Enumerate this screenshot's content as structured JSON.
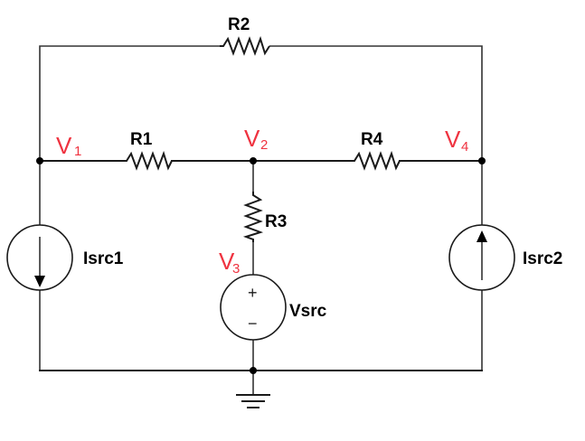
{
  "diagram": {
    "type": "circuit-schematic",
    "components": {
      "R1": {
        "label": "R1",
        "kind": "resistor",
        "between": [
          "V1",
          "V2"
        ]
      },
      "R2": {
        "label": "R2",
        "kind": "resistor",
        "between": [
          "V1",
          "V4"
        ]
      },
      "R3": {
        "label": "R3",
        "kind": "resistor",
        "between": [
          "V2",
          "V3"
        ]
      },
      "R4": {
        "label": "R4",
        "kind": "resistor",
        "between": [
          "V2",
          "V4"
        ]
      },
      "Isrc1": {
        "label": "Isrc1",
        "kind": "current-source",
        "direction": "down",
        "between": [
          "V1",
          "ground"
        ]
      },
      "Isrc2": {
        "label": "Isrc2",
        "kind": "current-source",
        "direction": "up",
        "between": [
          "ground",
          "V4"
        ]
      },
      "Vsrc": {
        "label": "Vsrc",
        "kind": "voltage-source",
        "plus_symbol": "+",
        "minus_symbol": "−",
        "between": [
          "V3",
          "ground"
        ]
      }
    },
    "nodes": {
      "V1": {
        "letter": "V",
        "sub": "1"
      },
      "V2": {
        "letter": "V",
        "sub": "2"
      },
      "V3": {
        "letter": "V",
        "sub": "3"
      },
      "V4": {
        "letter": "V",
        "sub": "4"
      }
    },
    "colors": {
      "wire": "#1a1a1a",
      "node_label": "#ef3340",
      "component_label": "#000000"
    }
  }
}
